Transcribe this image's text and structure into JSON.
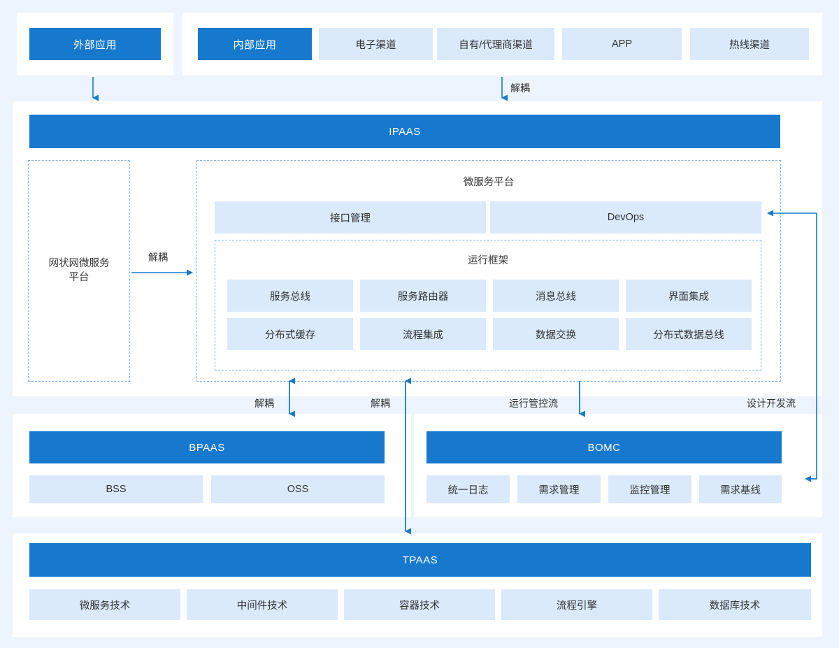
{
  "theme": {
    "page_bg": "#edf4fd",
    "panel_bg": "#ffffff",
    "accent_blue": "#1779ce",
    "light_blue": "#daeafb",
    "dashed_border": "#7fb4e4",
    "arrow_color": "#1779ce",
    "text_dark": "#333333",
    "text_light": "#ffffff"
  },
  "top_left_panel": {
    "items": [
      {
        "label": "外部应用",
        "style": "blue"
      }
    ]
  },
  "top_right_panel": {
    "items": [
      {
        "label": "内部应用",
        "style": "blue"
      },
      {
        "label": "电子渠道",
        "style": "light"
      },
      {
        "label": "自有/代理商渠道",
        "style": "light"
      },
      {
        "label": "APP",
        "style": "light"
      },
      {
        "label": "热线渠道",
        "style": "light"
      }
    ]
  },
  "ipaas": {
    "title": "IPAAS",
    "left_block": {
      "label": "网状网微服务\n平台"
    },
    "microservice_platform": {
      "title": "微服务平台",
      "top_items": [
        {
          "label": "接口管理"
        },
        {
          "label": "DevOps"
        }
      ],
      "runtime_framework": {
        "title": "运行框架",
        "grid": [
          {
            "label": "服务总线"
          },
          {
            "label": "服务路由器"
          },
          {
            "label": "消息总线"
          },
          {
            "label": "界面集成"
          },
          {
            "label": "分布式缓存"
          },
          {
            "label": "流程集成"
          },
          {
            "label": "数据交换"
          },
          {
            "label": "分布式数据总线"
          }
        ]
      }
    }
  },
  "bpaas": {
    "title": "BPAAS",
    "items": [
      {
        "label": "BSS"
      },
      {
        "label": "OSS"
      }
    ]
  },
  "bomc": {
    "title": "BOMC",
    "items": [
      {
        "label": "统一日志"
      },
      {
        "label": "需求管理"
      },
      {
        "label": "监控管理"
      },
      {
        "label": "需求基线"
      }
    ]
  },
  "tpaas": {
    "title": "TPAAS",
    "items": [
      {
        "label": "微服务技术"
      },
      {
        "label": "中间件技术"
      },
      {
        "label": "容器技术"
      },
      {
        "label": "流程引擎"
      },
      {
        "label": "数据库技术"
      }
    ]
  },
  "arrow_labels": {
    "decouple_top": "解耦",
    "decouple_left": "解耦",
    "decouple_bpaas": "解耦",
    "decouple_tpaas": "解耦",
    "runtime_control_flow": "运行管控流",
    "design_dev_flow": "设计开发流"
  }
}
